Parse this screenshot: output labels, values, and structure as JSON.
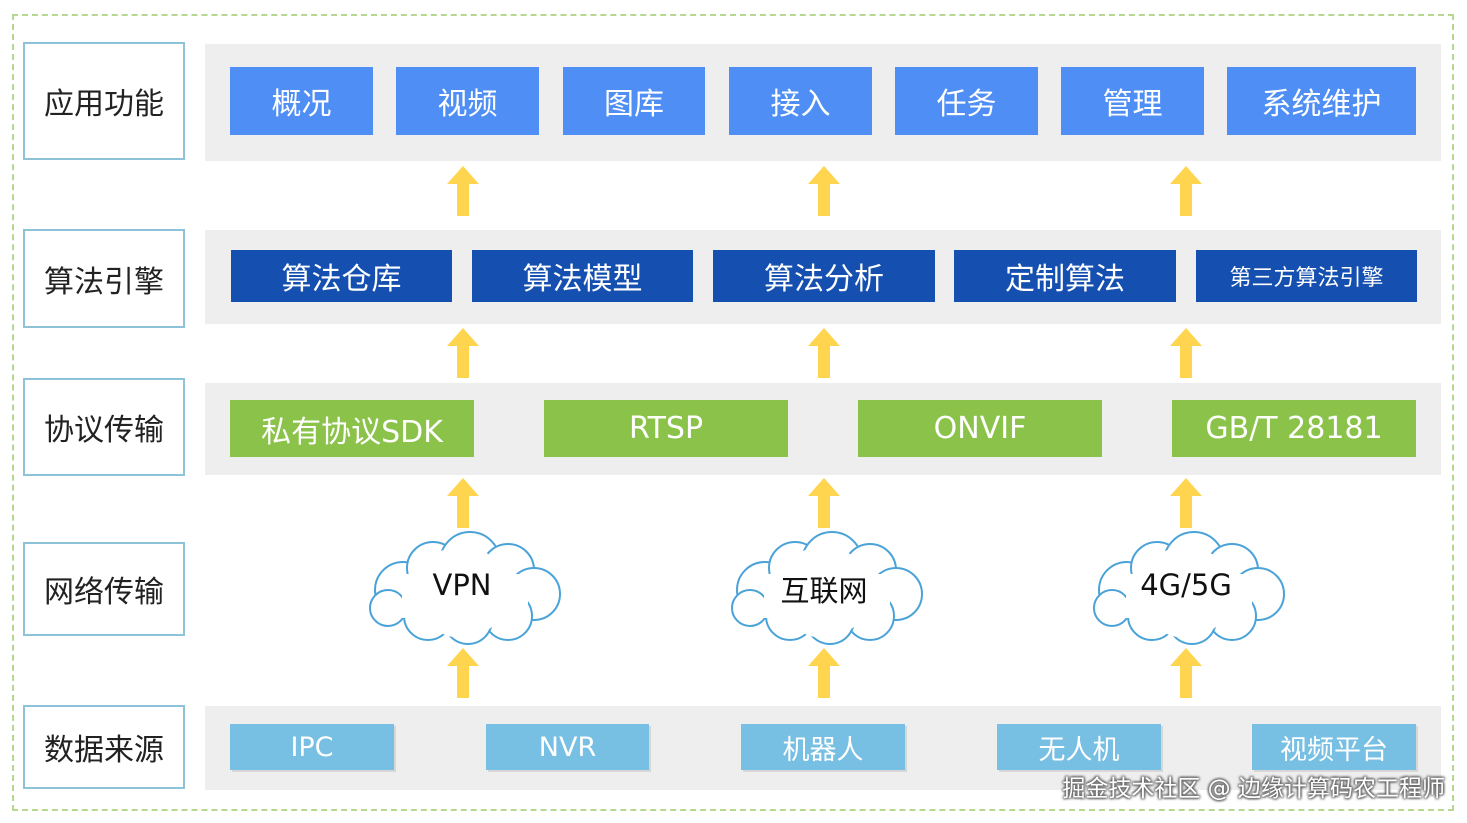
{
  "layers": [
    {
      "label": "应用功能"
    },
    {
      "label": "算法引擎"
    },
    {
      "label": "协议传输"
    },
    {
      "label": "网络传输"
    },
    {
      "label": "数据来源"
    }
  ],
  "application": [
    "概况",
    "视频",
    "图库",
    "接入",
    "任务",
    "管理",
    "系统维护"
  ],
  "algorithm": [
    "算法仓库",
    "算法模型",
    "算法分析",
    "定制算法",
    "第三方算法引擎"
  ],
  "protocol": [
    "私有协议SDK",
    "RTSP",
    "ONVIF",
    "GB/T 28181"
  ],
  "network": [
    "VPN",
    "互联网",
    "4G/5G"
  ],
  "sources": [
    "IPC",
    "NVR",
    "机器人",
    "无人机",
    "视频平台"
  ],
  "watermark": "掘金技术社区 @ 边缘计算码农工程师",
  "colors": {
    "application": "#4f8ef5",
    "algorithm": "#1550b0",
    "protocol": "#8bc34a",
    "sources": "#77bfe3",
    "arrow": "#ffd54f",
    "cloud_stroke": "#4aa3d8",
    "label_border": "#8cc3d8",
    "frame_border": "#b5d88e"
  }
}
